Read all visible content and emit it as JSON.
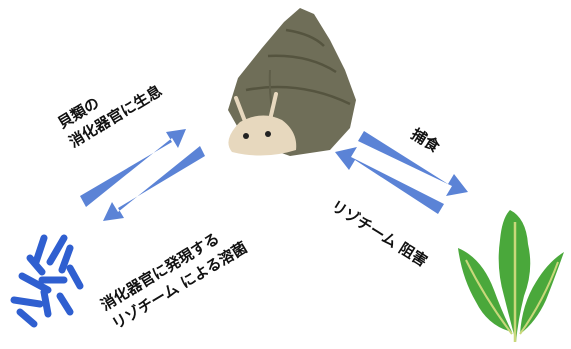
{
  "labels": {
    "habitat_line1": "貝類の",
    "habitat_line2": "消化器官に生息",
    "lysis_line1": "消化器官に発現する",
    "lysis_line2": "リゾチーム による溶菌",
    "predation": "捕食",
    "inhibition": "リゾチーム 阻害"
  },
  "icons": {
    "snail": "snail-icon",
    "bacteria": "bacteria-icon",
    "seaweed": "seaweed-icon"
  },
  "colors": {
    "arrow": "#5b83d6",
    "bacteria": "#2f5fd0",
    "snail_shell": "#6f6e58",
    "snail_body": "#e7d8be",
    "seaweed": "#4aa83b"
  }
}
